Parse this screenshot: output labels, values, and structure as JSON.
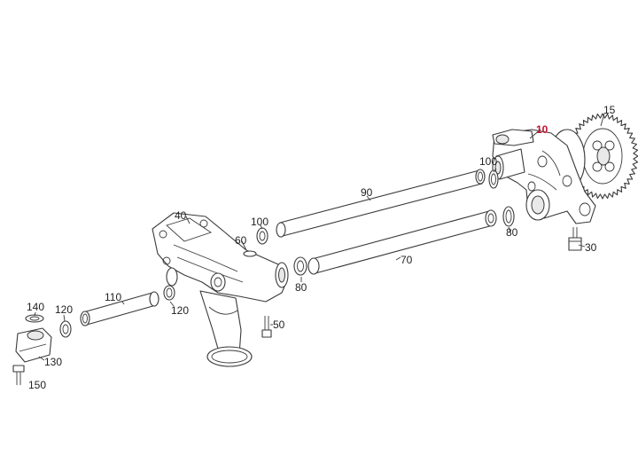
{
  "diagram": {
    "accent_color": "#c8102e",
    "callouts": {
      "c10": "10",
      "c15": "15",
      "c30": "30",
      "c40": "40",
      "c50": "50",
      "c60": "60",
      "c70": "70",
      "c80a": "80",
      "c80b": "80",
      "c90": "90",
      "c100a": "100",
      "c100b": "100",
      "c110": "110",
      "c120a": "120",
      "c120b": "120",
      "c130": "130",
      "c140": "140",
      "c150": "150"
    }
  }
}
